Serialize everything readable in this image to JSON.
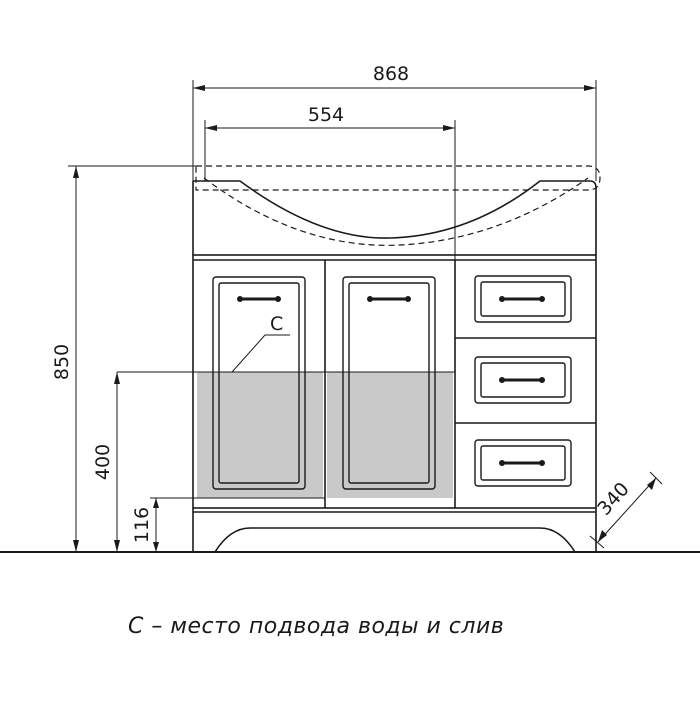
{
  "dimensions": {
    "width_total": "868",
    "basin_width": "554",
    "height_total": "850",
    "plumbing_zone_height": "400",
    "plinth_height": "116",
    "depth": "340"
  },
  "callout_label": "C",
  "legend_text": "С – место подвода воды и слив",
  "colors": {
    "line": "#1a1a1a",
    "zone_fill": "#c9c9c9",
    "background": "#ffffff"
  }
}
